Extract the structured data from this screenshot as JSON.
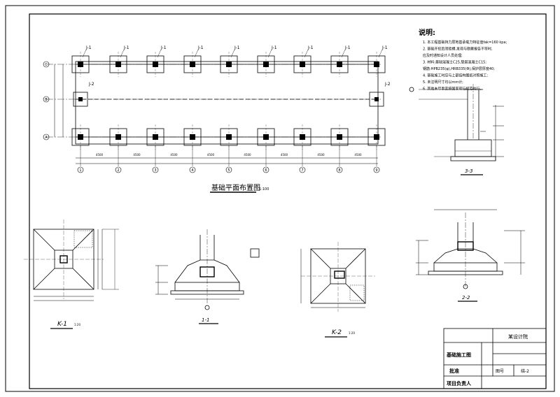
{
  "plan": {
    "title": "基础平面布置图",
    "scale": "1:100",
    "col_labels": [
      "J-1",
      "J-1",
      "J-1",
      "J-1",
      "J-1",
      "J-1",
      "J-1",
      "J-1",
      "J-1"
    ],
    "side_labels": [
      "J-2",
      "J-2"
    ],
    "row_axes": [
      "C",
      "B",
      "A"
    ],
    "col_axes": [
      "1",
      "2",
      "3",
      "4",
      "5",
      "6",
      "7",
      "8",
      "9"
    ],
    "dims": [
      "4500",
      "4500",
      "4500",
      "4500",
      "4500",
      "4500",
      "4500",
      "4500"
    ]
  },
  "notes": {
    "heading": "说明:",
    "lines": [
      "1. 本工程基础持力层地基承载力特征值fak=160 kpa;",
      "2. 基础开挖后须验槽,发现与勘察报告不符时,",
      "   应及时通知设计人员处理;",
      "3. 材料:基础混凝土C25,垫层混凝土C15;",
      "   钢筋:HPB235(φ),HRB335(Φ),保护层厚度40;",
      "4. 基础施工时应与上部结构图纸对照施工;",
      "5. 未注明尺寸均以mm计;",
      "6. 其他未尽事宜按国家现行规范执行。"
    ]
  },
  "details": {
    "k1": "K-1",
    "s1": "1-1",
    "k2": "K-2",
    "s2": "2-2",
    "s3": "3-3",
    "scale": "1:20"
  },
  "titleblock": {
    "r1": "某设计院",
    "r2": "基础施工图",
    "r3a": "批准",
    "r3b": "图号",
    "r3c": "结-2",
    "r4": "项目负责人"
  }
}
